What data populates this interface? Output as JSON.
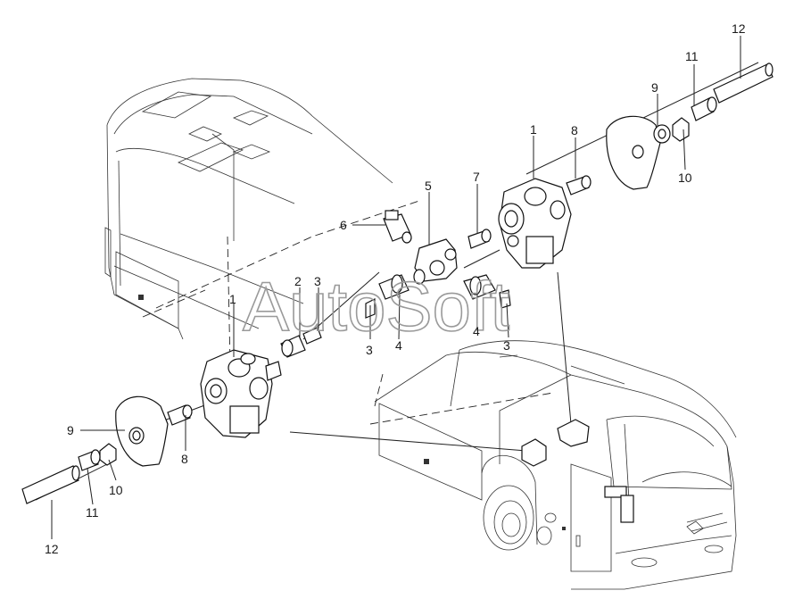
{
  "watermark": "AutoSoft",
  "callouts": {
    "c1_top": "1",
    "c1_left": "1",
    "c2": "2",
    "c3_top": "3",
    "c3_mid_left": "3",
    "c3_mid_right": "3",
    "c4_left": "4",
    "c4_right": "4",
    "c5": "5",
    "c6": "6",
    "c7": "7",
    "c8_top": "8",
    "c8_left": "8",
    "c9_top": "9",
    "c9_left": "9",
    "c10_top": "10",
    "c10_left": "10",
    "c11_top": "11",
    "c11_left": "11",
    "c12_top": "12",
    "c12_left": "12"
  }
}
